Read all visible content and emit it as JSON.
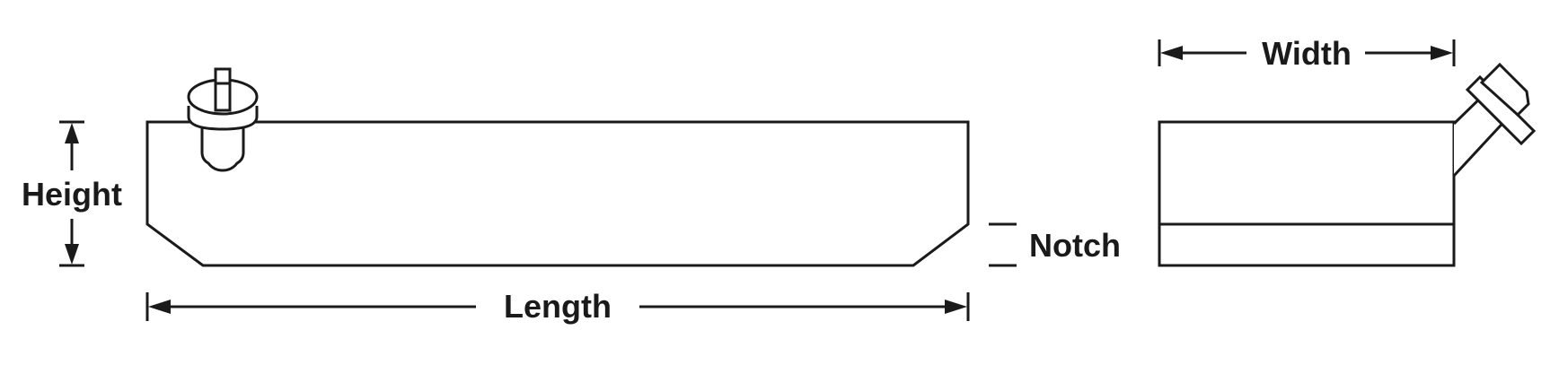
{
  "labels": {
    "height": "Height",
    "length": "Length",
    "notch": "Notch",
    "width": "Width"
  },
  "colors": {
    "line": "#1a1a1a",
    "background": "#ffffff"
  }
}
